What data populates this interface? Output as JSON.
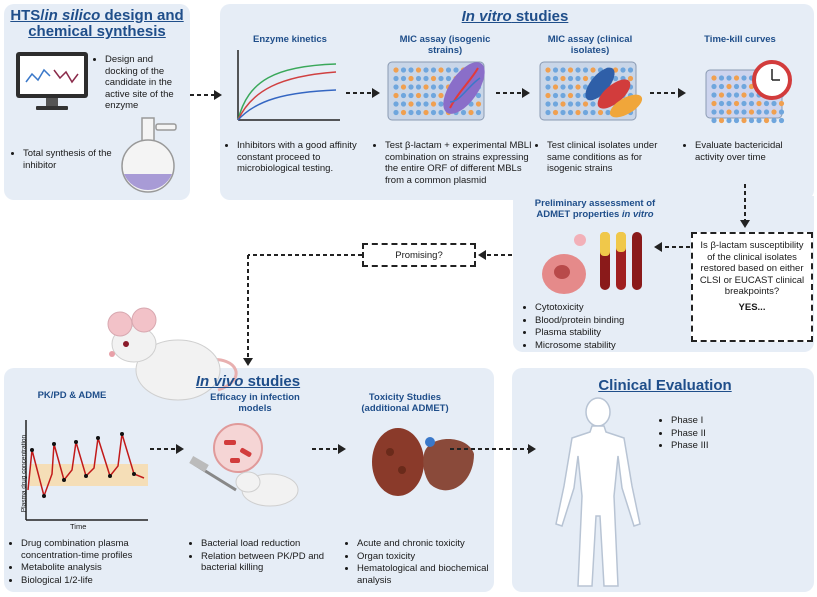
{
  "hts": {
    "title_pre": "HTS/",
    "title_italic": "in silico",
    "title_post": " design and chemical synthesis",
    "bullet_design": "Design and docking of the candidate in the active site of the enzyme",
    "bullet_synthesis": "Total synthesis of the inhibitor"
  },
  "invitro": {
    "title_italic": "In vitro",
    "title_post": " studies",
    "enzyme_title": "Enzyme kinetics",
    "mic_iso_title": "MIC assay (isogenic strains)",
    "mic_clin_title": "MIC assay (clinical isolates)",
    "timekill_title": "Time-kill curves",
    "enzyme_bullet": "Inhibitors with a good affinity constant proceed to microbiological testing.",
    "mic_iso_bullet": "Test β-lactam + experimental MBLI combination on strains expressing the entire ORF of different MBLs from a common plasmid",
    "mic_clin_bullet": "Test clinical isolates under same conditions as for isogenic strains",
    "timekill_bullet": "Evaluate bactericidal activity over time"
  },
  "admet": {
    "title_pre": "Preliminary assessment of ADMET properties ",
    "title_italic": "in vitro",
    "items": [
      "Cytotoxicity",
      "Blood/protein binding",
      "Plasma stability",
      "Microsome stability"
    ]
  },
  "question": {
    "text": "Is β-lactam susceptibility of the clinical isolates restored based on either CLSI or EUCAST clinical breakpoints?",
    "yes": "YES..."
  },
  "promising": "Promising?",
  "invivo": {
    "title_italic": "In vivo",
    "title_post": " studies",
    "pkpd_title": "PK/PD & ADME",
    "efficacy_title": "Efficacy in infection models",
    "toxicity_title": "Toxicity Studies (additional ADMET)",
    "pkpd_bullets": [
      "Drug combination plasma concentration-time profiles",
      "Metabolite analysis",
      "Biological 1/2-life"
    ],
    "efficacy_bullets": [
      "Bacterial load reduction",
      "Relation between PK/PD and bacterial killing"
    ],
    "toxicity_bullets": [
      "Acute and chronic toxicity",
      "Organ toxicity",
      "Hematological and biochemical analysis"
    ],
    "plot_ylabel": "Plasma drug concentration",
    "plot_xlabel": "Time"
  },
  "clinical": {
    "title": "Clinical Evaluation",
    "phases": [
      "Phase I",
      "Phase II",
      "Phase III"
    ]
  }
}
